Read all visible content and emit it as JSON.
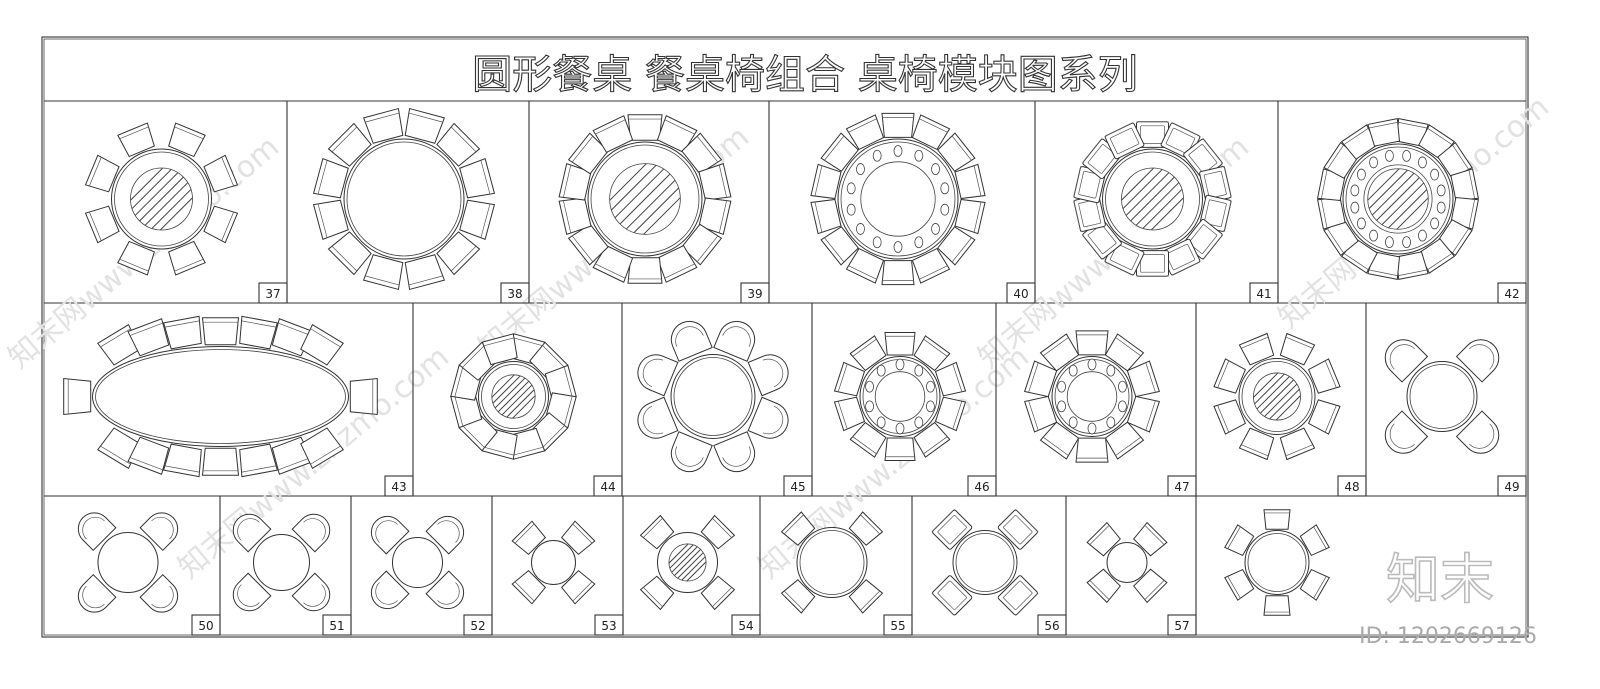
{
  "title": "圆形餐桌    餐桌椅组合    桌椅模块图系列",
  "brand": "知末",
  "id_label": "ID: 1202669126",
  "watermark": "知末网www.znzmo.com",
  "modules": [
    {
      "num": "37",
      "table": "round",
      "chairs": 8,
      "glass": true,
      "style": "square"
    },
    {
      "num": "38",
      "table": "round",
      "chairs": 12,
      "glass": false,
      "style": "square"
    },
    {
      "num": "39",
      "table": "round",
      "chairs": 14,
      "glass": true,
      "style": "square"
    },
    {
      "num": "40",
      "table": "round",
      "chairs": 14,
      "glass": false,
      "style": "square",
      "settings": true
    },
    {
      "num": "41",
      "table": "round",
      "chairs": 14,
      "glass": true,
      "style": "arm"
    },
    {
      "num": "42",
      "table": "round",
      "chairs": 16,
      "glass": true,
      "style": "square",
      "settings": true
    },
    {
      "num": "43",
      "table": "oval",
      "chairs": 16,
      "glass": false,
      "style": "square"
    },
    {
      "num": "44",
      "table": "round",
      "chairs": 12,
      "glass": true,
      "style": "square"
    },
    {
      "num": "45",
      "table": "round",
      "chairs": 8,
      "glass": false,
      "style": "round"
    },
    {
      "num": "46",
      "table": "round",
      "chairs": 10,
      "glass": false,
      "style": "square",
      "settings": true
    },
    {
      "num": "47",
      "table": "round",
      "chairs": 10,
      "glass": false,
      "style": "square",
      "settings": true
    },
    {
      "num": "48",
      "table": "round",
      "chairs": 8,
      "glass": true,
      "style": "square"
    },
    {
      "num": "49",
      "table": "round",
      "chairs": 4,
      "glass": false,
      "style": "round"
    },
    {
      "num": "50",
      "table": "round",
      "chairs": 4,
      "glass": false,
      "style": "round"
    },
    {
      "num": "51",
      "table": "round",
      "chairs": 4,
      "glass": false,
      "style": "round"
    },
    {
      "num": "52",
      "table": "round",
      "chairs": 4,
      "glass": false,
      "style": "round"
    },
    {
      "num": "53",
      "table": "round",
      "chairs": 4,
      "glass": false,
      "style": "square"
    },
    {
      "num": "54",
      "table": "round",
      "chairs": 4,
      "glass": true,
      "style": "square"
    },
    {
      "num": "55",
      "table": "round",
      "chairs": 4,
      "glass": false,
      "style": "square"
    },
    {
      "num": "56",
      "table": "round",
      "chairs": 4,
      "glass": false,
      "style": "arm"
    },
    {
      "num": "57",
      "table": "round",
      "chairs": 4,
      "glass": false,
      "style": "square"
    },
    {
      "num": "",
      "table": "round",
      "chairs": 6,
      "glass": false,
      "style": "square"
    }
  ]
}
